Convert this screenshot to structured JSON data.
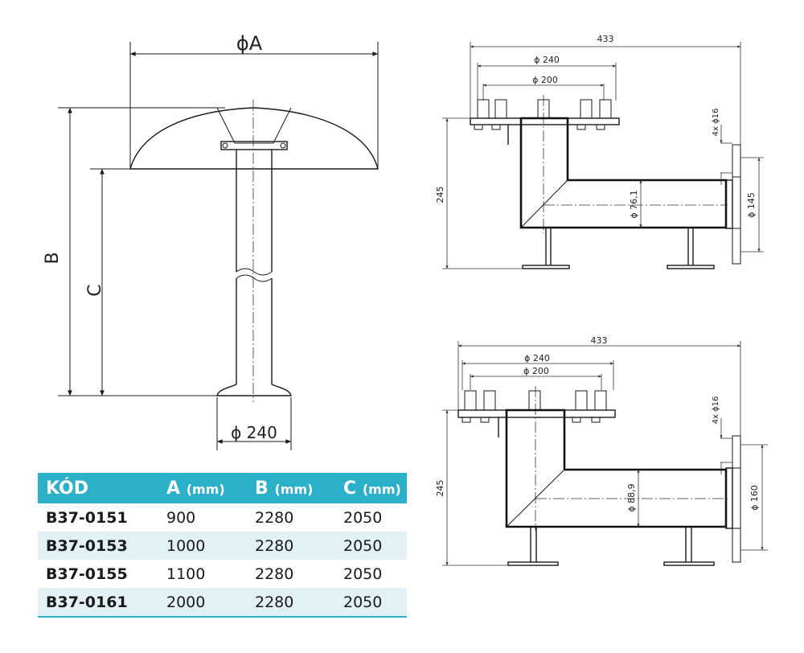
{
  "left_drawing": {
    "dim_diameter": "ϕA",
    "dim_height_total": "B",
    "dim_height_column": "C",
    "dim_base": "ϕ 240"
  },
  "top_drawing": {
    "dim_width": "433",
    "dim_outer": "ϕ 240",
    "dim_inner": "ϕ 200",
    "dim_height": "245",
    "dim_holes": "4x ϕ16",
    "dim_pipe": "ϕ 76,1",
    "dim_flange": "ϕ 145"
  },
  "bottom_drawing": {
    "dim_width": "433",
    "dim_outer": "ϕ 240",
    "dim_inner": "ϕ 200",
    "dim_height": "245",
    "dim_holes": "4x ϕ16",
    "dim_pipe": "ϕ 88,9",
    "dim_flange": "ϕ 160"
  },
  "table": {
    "headers": [
      {
        "label": "KÓD",
        "unit": ""
      },
      {
        "label": "A",
        "unit": "(mm)"
      },
      {
        "label": "B",
        "unit": "(mm)"
      },
      {
        "label": "C",
        "unit": "(mm)"
      }
    ],
    "rows": [
      {
        "code": "B37-0151",
        "a": "900",
        "b": "2280",
        "c": "2050"
      },
      {
        "code": "B37-0153",
        "a": "1000",
        "b": "2280",
        "c": "2050"
      },
      {
        "code": "B37-0155",
        "a": "1100",
        "b": "2280",
        "c": "2050"
      },
      {
        "code": "B37-0161",
        "a": "2000",
        "b": "2280",
        "c": "2050"
      }
    ],
    "header_color": "#2bb0c9",
    "alt_row_color": "#e2f1f6"
  }
}
